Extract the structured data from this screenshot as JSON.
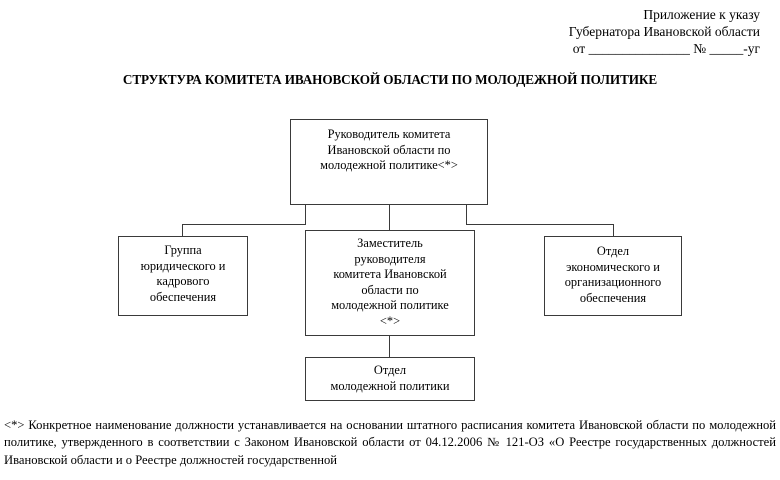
{
  "document": {
    "header": {
      "line1": "Приложение к указу",
      "line2": "Губернатора Ивановской области",
      "line3": "от _______________ № _____-уг"
    },
    "title": "СТРУКТУРА КОМИТЕТА ИВАНОВСКОЙ ОБЛАСТИ ПО МОЛОДЕЖНОЙ ПОЛИТИКЕ",
    "footnote": "<*> Конкретное наименование должности устанавливается на основании штатного расписания комитета Ивановской области по молодежной политике, утвержденного в соответствии с Законом Ивановской области от 04.12.2006 № 121-ОЗ «О Реестре государственных должностей Ивановской области и о Реестре должностей государственной"
  },
  "chart_data": {
    "type": "diagram",
    "title": "СТРУКТУРА КОМИТЕТА ИВАНОВСКОЙ ОБЛАСТИ ПО МОЛОДЕЖНОЙ ПОЛИТИКЕ",
    "orientation": "top-down",
    "nodes": [
      {
        "id": "head",
        "label": "Руководитель комитета\nИвановской области по\nмолодежной политике<*>",
        "level": 0
      },
      {
        "id": "legal-group",
        "label": "Группа\nюридического и\nкадрового\nобеспечения",
        "level": 1
      },
      {
        "id": "deputy",
        "label": "Заместитель\nруководителя\nкомитета Ивановской\nобласти по\nмолодежной политике\n<*>",
        "level": 1
      },
      {
        "id": "economic-dept",
        "label": "Отдел\nэкономического и\nорганизационного\nобеспечения",
        "level": 1
      },
      {
        "id": "youth-policy-dept",
        "label": "Отдел\nмолодежной политики",
        "level": 2
      }
    ],
    "edges": [
      {
        "from": "head",
        "to": "legal-group"
      },
      {
        "from": "head",
        "to": "deputy"
      },
      {
        "from": "head",
        "to": "economic-dept"
      },
      {
        "from": "deputy",
        "to": "youth-policy-dept"
      }
    ],
    "colors": {
      "node_border": "#3a3a3a",
      "node_fill": "#ffffff",
      "edge": "#3a3a3a",
      "text": "#000000"
    }
  },
  "footer": {
    "note_marker": "<*>"
  }
}
